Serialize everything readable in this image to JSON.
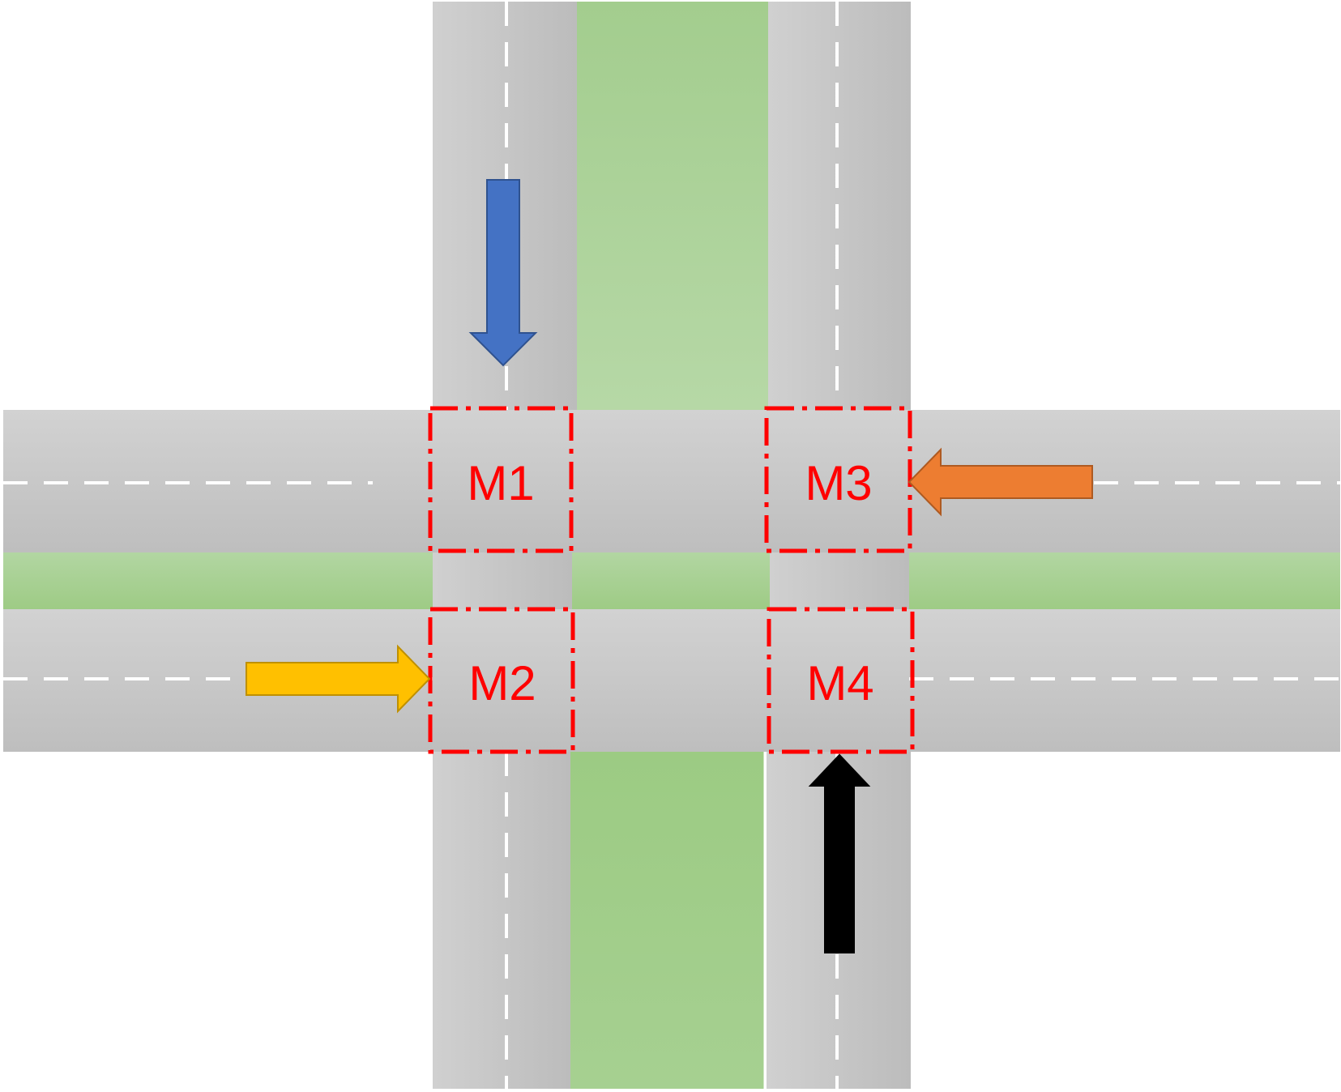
{
  "zones": [
    {
      "id": "M1",
      "label": "M1"
    },
    {
      "id": "M2",
      "label": "M2"
    },
    {
      "id": "M3",
      "label": "M3"
    },
    {
      "id": "M4",
      "label": "M4"
    }
  ],
  "arrows": [
    {
      "id": "southbound",
      "direction": "down",
      "color": "#4472c4"
    },
    {
      "id": "westbound",
      "direction": "left",
      "color": "#ed7d31"
    },
    {
      "id": "eastbound",
      "direction": "right",
      "color": "#ffc000"
    },
    {
      "id": "northbound",
      "direction": "up",
      "color": "#000000"
    }
  ],
  "colors": {
    "road": "#c8c8c8",
    "median": "#a9d08e",
    "lane_marking": "#ffffff",
    "zone_outline": "#ff0000"
  }
}
